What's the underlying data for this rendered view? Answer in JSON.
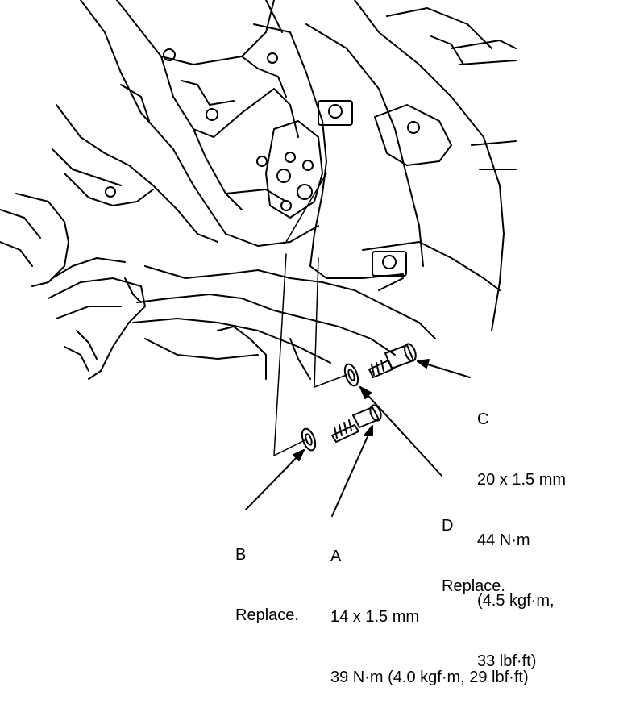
{
  "callouts": {
    "a": {
      "letter": "A",
      "lines": [
        "14 x 1.5 mm",
        "39 N·m (4.0 kgf·m, 29 lbf·ft)"
      ]
    },
    "b": {
      "letter": "B",
      "lines": [
        "Replace."
      ]
    },
    "c": {
      "letter": "C",
      "lines": [
        "20 x 1.5 mm",
        "44 N·m",
        "(4.5 kgf·m,",
        "33 lbf·ft)"
      ]
    },
    "d": {
      "letter": "D",
      "lines": [
        "Replace."
      ]
    }
  },
  "colors": {
    "line": "#000000",
    "background": "#ffffff"
  }
}
